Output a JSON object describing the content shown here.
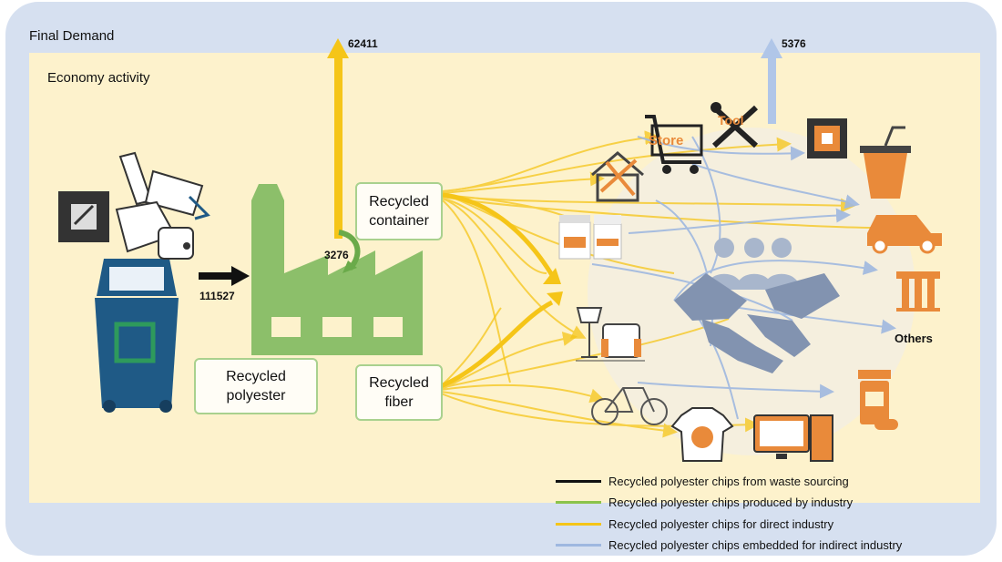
{
  "labels": {
    "final_demand": "Final Demand",
    "economy_activity": "Economy activity",
    "others": "Others"
  },
  "boxes": {
    "recycled_polyester": "Recycled\npolyester",
    "recycled_container": "Recycled\ncontainer",
    "recycled_fiber": "Recycled\nfiber"
  },
  "values": {
    "waste_input": "111527",
    "final_demand_direct": "62411",
    "recycle_loop": "3276",
    "final_demand_indirect": "5376"
  },
  "icon_text": {
    "store": "Store",
    "tool": "Tool"
  },
  "legend": [
    {
      "label": "Recycled polyester chips from waste sourcing",
      "color": "#111111"
    },
    {
      "label": "Recycled polyester chips produced by industry",
      "color": "#8bc34a"
    },
    {
      "label": "Recycled polyester chips for direct industry",
      "color": "#f5c518"
    },
    {
      "label": "Recycled polyester chips embedded for indirect industry",
      "color": "#9fb8e0"
    }
  ],
  "colors": {
    "frame": "#d6e0f0",
    "economy": "#fdf2cc",
    "factory": "#8cbf6a",
    "bin": "#1f5a86",
    "orange_icons": "#e98a3a",
    "yellow_flow": "#f5c518",
    "blue_flow": "#9fb8e0"
  }
}
